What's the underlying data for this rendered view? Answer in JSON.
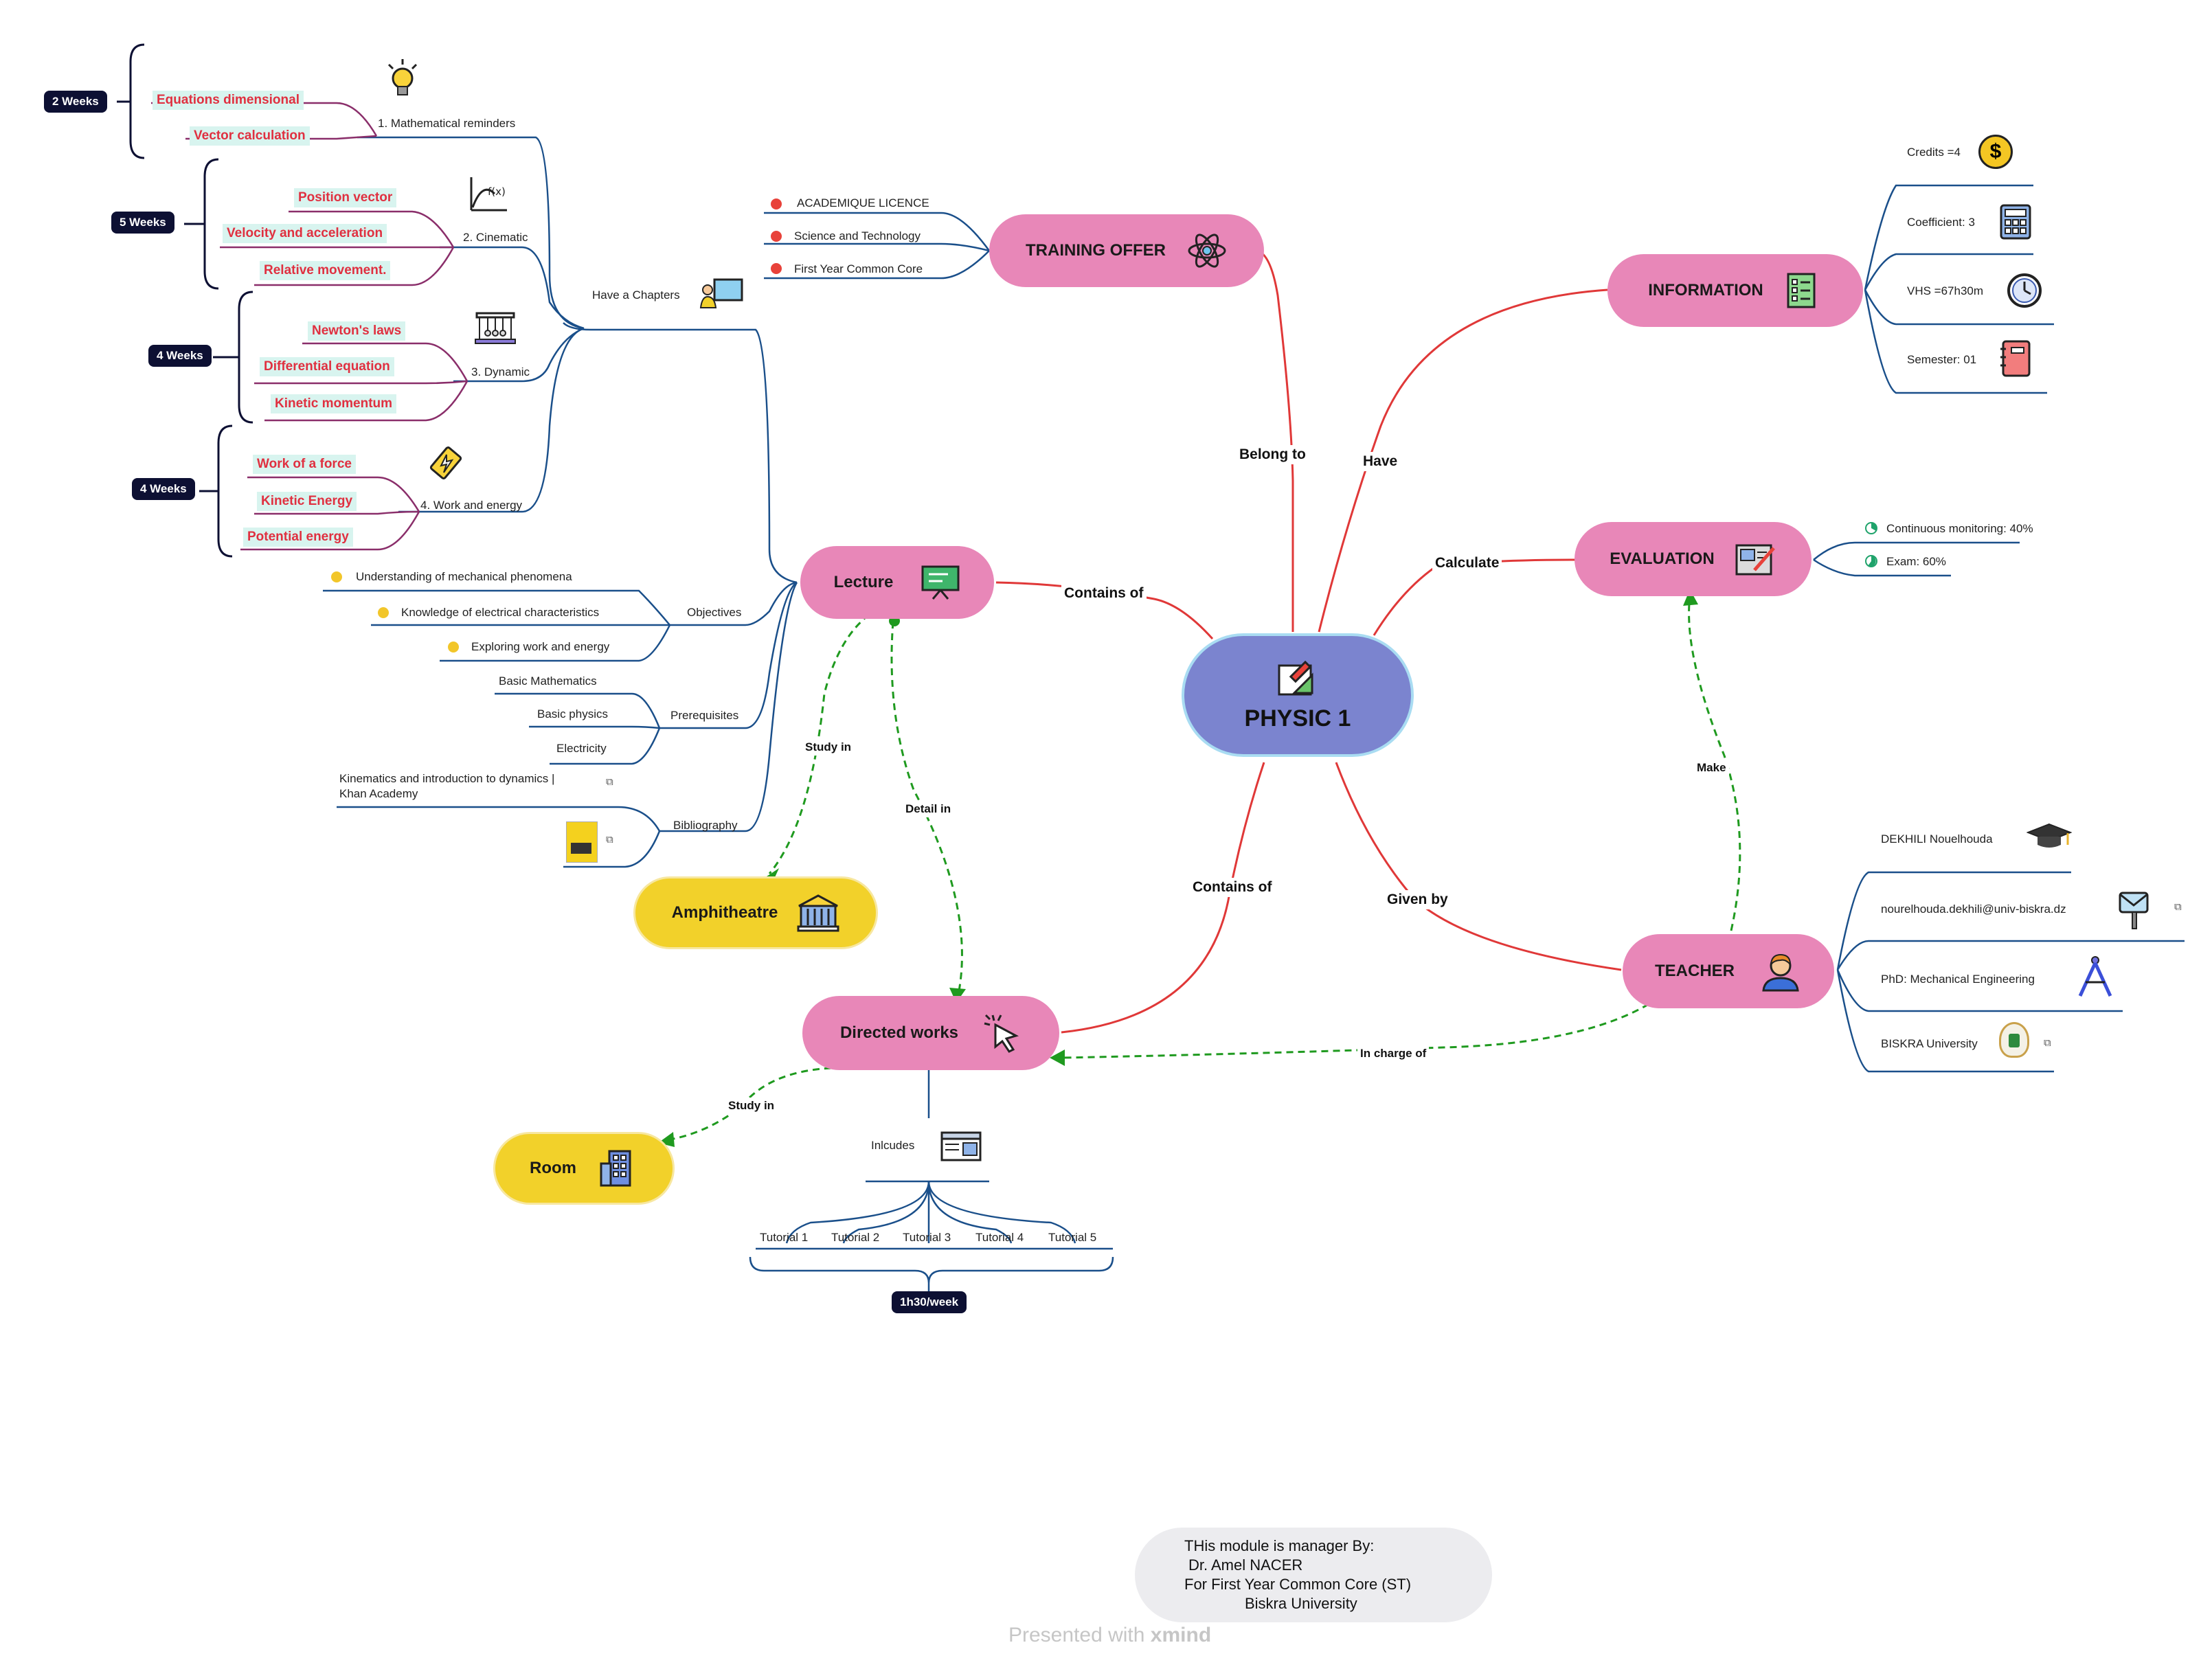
{
  "center": {
    "label": "PHYSIC 1"
  },
  "branches": {
    "training_offer": {
      "label": "TRAINING OFFER",
      "relation": "Belong to",
      "items": [
        "ACADEMIQUE LICENCE",
        "Science and Technology",
        "First Year Common Core"
      ]
    },
    "information": {
      "label": "INFORMATION",
      "relation": "Have",
      "items": [
        "Credits =4",
        "Coefficient: 3",
        "VHS =67h30m",
        "Semester: 01"
      ]
    },
    "evaluation": {
      "label": "EVALUATION",
      "relation": "Calculate",
      "items": [
        "Continuous monitoring: 40%",
        "Exam: 60%"
      ]
    },
    "teacher": {
      "label": "TEACHER",
      "relation": "Given by",
      "items": [
        "DEKHILI Nouelhouda",
        "nourelhouda.dekhili@univ-biskra.dz",
        "PhD: Mechanical Engineering",
        "BISKRA University"
      ]
    },
    "directed_works": {
      "label": "Directed works",
      "relation": "Contains of",
      "includes_label": "Inlcudes",
      "tutorials": [
        "Tutorial 1",
        "Tutorial 2",
        "Tutorial 3",
        "Tutorial 4",
        "Tutorial 5"
      ],
      "duration": "1h30/week"
    },
    "lecture": {
      "label": "Lecture",
      "relation": "Contains of",
      "chapters_label": "Have a Chapters",
      "chapters": [
        {
          "title": "1. Mathematical reminders",
          "weeks": "2 Weeks",
          "topics": [
            "Equations dimensional",
            "Vector calculation"
          ]
        },
        {
          "title": "2. Cinematic",
          "weeks": "5 Weeks",
          "topics": [
            "Position vector",
            "Velocity and acceleration",
            "Relative movement."
          ]
        },
        {
          "title": "3. Dynamic",
          "weeks": "4 Weeks",
          "topics": [
            "Newton's laws",
            "Differential equation",
            "Kinetic momentum"
          ]
        },
        {
          "title": "4. Work and energy",
          "weeks": "4 Weeks",
          "topics": [
            "Work of a force",
            "Kinetic Energy",
            "Potential energy"
          ]
        }
      ],
      "objectives_label": "Objectives",
      "objectives": [
        "Understanding of mechanical phenomena",
        "Knowledge of electrical characteristics",
        "Exploring work and energy"
      ],
      "prerequisites_label": "Prerequisites",
      "prerequisites": [
        "Basic Mathematics",
        "Basic physics",
        "Electricity"
      ],
      "bibliography_label": "Bibliography",
      "bibliography": [
        "Kinematics and introduction to dynamics |",
        "Khan Academy"
      ]
    }
  },
  "places": {
    "amphitheatre": "Amphitheatre",
    "room": "Room"
  },
  "dashed_relations": {
    "study_in_lecture": "Study in",
    "detail_in": "Detail in",
    "study_in_dw": "Study in",
    "make": "Make",
    "in_charge_of": "In charge of"
  },
  "footer": {
    "line1": "THis module is manager By:",
    "line2": "Dr. Amel NACER",
    "line3": "For  First Year Common Core (ST)",
    "line4": "Biskra University"
  },
  "watermark": {
    "prefix": "Presented with",
    "brand": "xmind"
  },
  "colors": {
    "pink": "#e887b8",
    "center": "#7b84cf",
    "yellow": "#f2d12a",
    "red_link": "#e03838",
    "blue_link": "#1a4f8a",
    "purple_link": "#8a2e6a",
    "green_dash": "#1f9a1f"
  }
}
